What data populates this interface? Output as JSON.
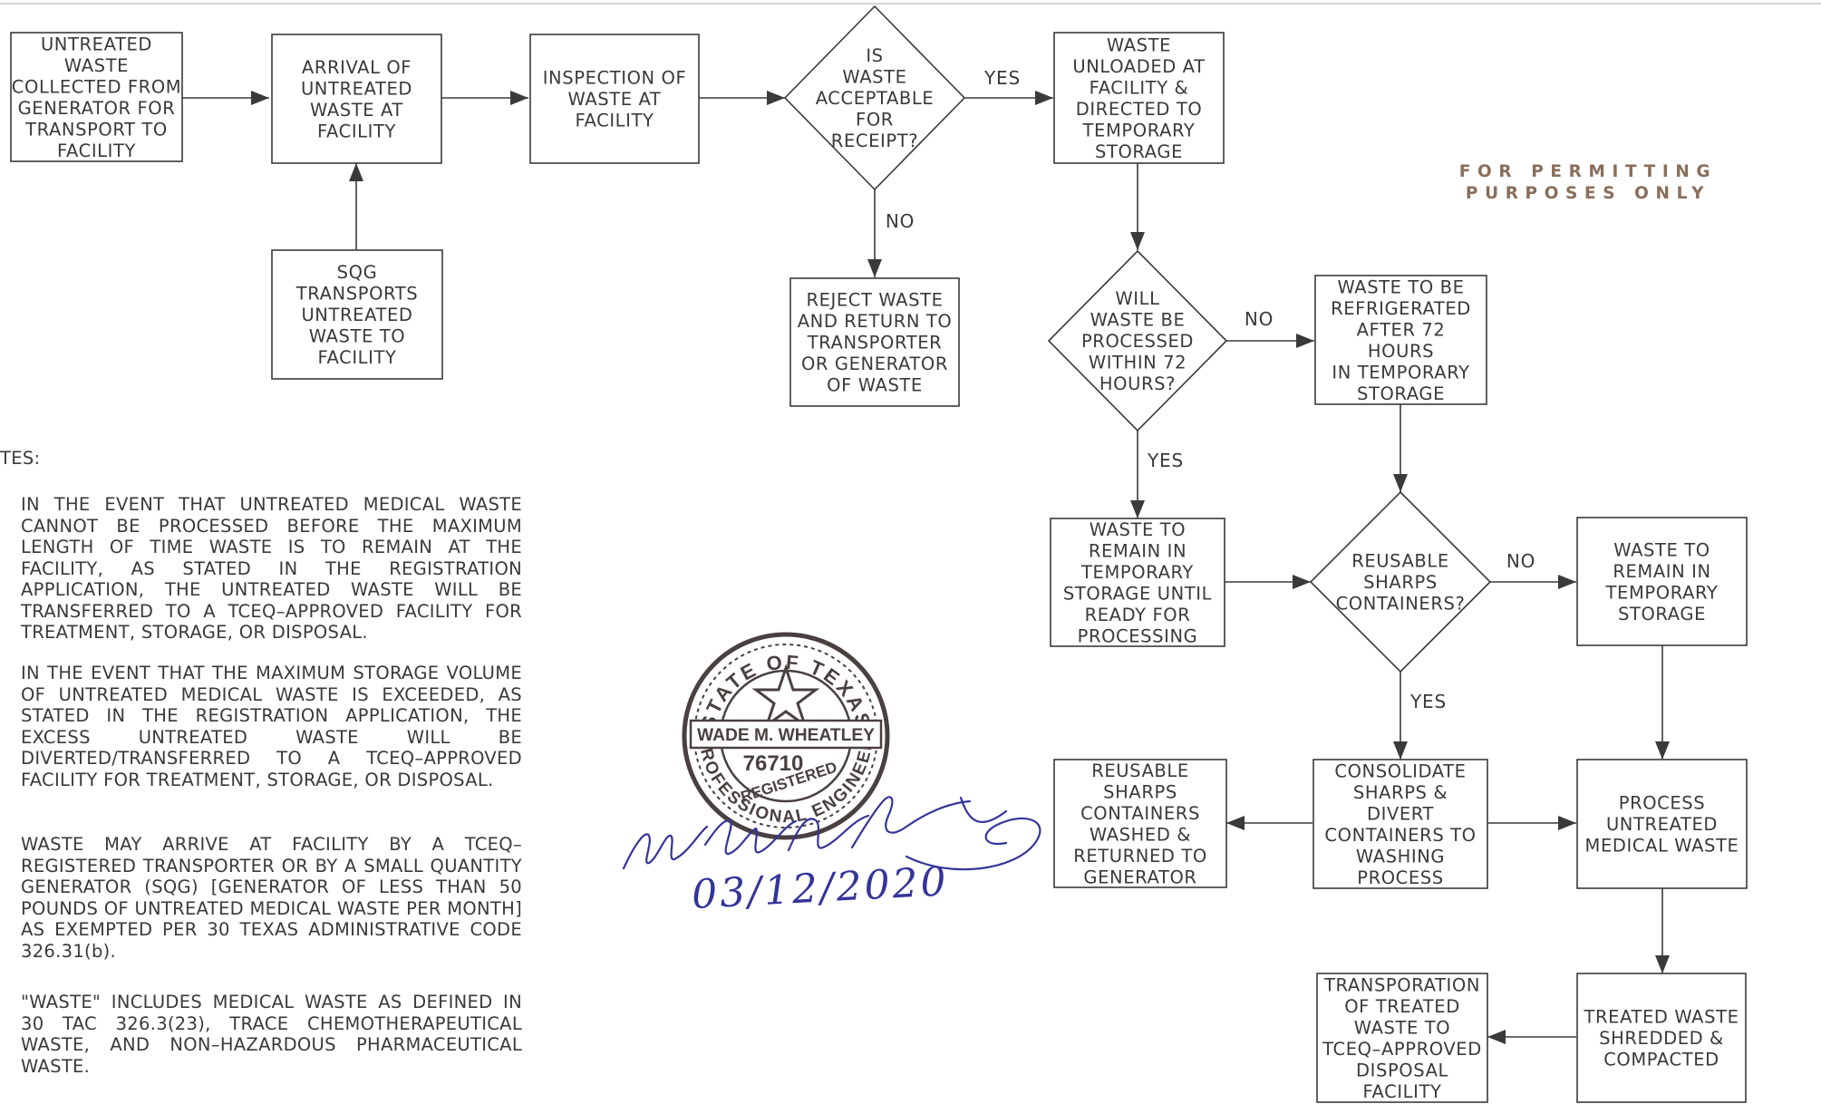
{
  "nodes": {
    "collect": [
      "UNTREATED",
      "WASTE",
      "COLLECTED FROM",
      "GENERATOR FOR",
      "TRANSPORT TO",
      "FACILITY"
    ],
    "arrival": [
      "ARRIVAL OF",
      "UNTREATED",
      "WASTE AT",
      "FACILITY"
    ],
    "inspection": [
      "INSPECTION OF",
      "WASTE AT",
      "FACILITY"
    ],
    "acceptable": [
      "IS",
      "WASTE",
      "ACCEPTABLE",
      "FOR",
      "RECEIPT?"
    ],
    "unloaded": [
      "WASTE",
      "UNLOADED AT",
      "FACILITY &",
      "DIRECTED TO",
      "TEMPORARY",
      "STORAGE"
    ],
    "sqg": [
      "SQG",
      "TRANSPORTS",
      "UNTREATED",
      "WASTE TO",
      "FACILITY"
    ],
    "reject": [
      "REJECT WASTE",
      "AND RETURN TO",
      "TRANSPORTER",
      "OR GENERATOR",
      "OF WASTE"
    ],
    "within72": [
      "WILL",
      "WASTE BE",
      "PROCESSED",
      "WITHIN 72",
      "HOURS?"
    ],
    "refrigerated": [
      "WASTE TO BE",
      "REFRIGERATED",
      "AFTER 72",
      "HOURS",
      "IN TEMPORARY",
      "STORAGE"
    ],
    "remain_until": [
      "WASTE TO",
      "REMAIN IN",
      "TEMPORARY",
      "STORAGE UNTIL",
      "READY FOR",
      "PROCESSING"
    ],
    "reusable": [
      "REUSABLE",
      "SHARPS",
      "CONTAINERS?"
    ],
    "remain_temp": [
      "WASTE TO",
      "REMAIN IN",
      "TEMPORARY",
      "STORAGE"
    ],
    "washed": [
      "REUSABLE",
      "SHARPS",
      "CONTAINERS",
      "WASHED &",
      "RETURNED TO",
      "GENERATOR"
    ],
    "consolidate": [
      "CONSOLIDATE",
      "SHARPS &",
      "DIVERT",
      "CONTAINERS TO",
      "WASHING",
      "PROCESS"
    ],
    "process": [
      "PROCESS",
      "UNTREATED",
      "MEDICAL WASTE"
    ],
    "transport_treated": [
      "TRANSPORATION",
      "OF TREATED",
      "WASTE TO",
      "TCEQ–APPROVED",
      "DISPOSAL",
      "FACILITY"
    ],
    "shredded": [
      "TREATED WASTE",
      "SHREDDED &",
      "COMPACTED"
    ]
  },
  "edge_labels": {
    "acceptable_yes": "YES",
    "acceptable_no": "NO",
    "within72_no": "NO",
    "within72_yes": "YES",
    "reusable_no": "NO",
    "reusable_yes": "YES"
  },
  "permit_notice": {
    "line1": "FOR PERMITTING",
    "line2": "PURPOSES ONLY"
  },
  "notes": {
    "heading": "TES:",
    "items": [
      "IN THE EVENT THAT UNTREATED MEDICAL WASTE CANNOT BE PROCESSED BEFORE THE MAXIMUM LENGTH OF TIME WASTE IS TO REMAIN AT THE FACILITY, AS STATED IN THE REGISTRATION APPLICATION, THE UNTREATED WASTE WILL BE TRANSFERRED TO A TCEQ–APPROVED FACILITY FOR TREATMENT, STORAGE, OR DISPOSAL.",
      "IN THE EVENT THAT THE MAXIMUM STORAGE VOLUME OF UNTREATED MEDICAL WASTE IS EXCEEDED, AS STATED IN THE REGISTRATION APPLICATION, THE EXCESS UNTREATED WASTE WILL BE DIVERTED/TRANSFERRED TO A TCEQ–APPROVED FACILITY FOR TREATMENT, STORAGE, OR DISPOSAL.",
      "WASTE MAY ARRIVE AT FACILITY BY A TCEQ–REGISTERED TRANSPORTER OR BY A SMALL QUANTITY GENERATOR (SQG) [GENERATOR OF LESS THAN 50 POUNDS OF UNTREATED MEDICAL WASTE PER MONTH] AS EXEMPTED PER 30 TEXAS ADMINISTRATIVE CODE 326.31(b).",
      "\"WASTE\" INCLUDES MEDICAL WASTE AS DEFINED IN 30 TAC 326.3(23), TRACE CHEMOTHERAPEUTICAL WASTE, AND NON–HAZARDOUS PHARMACEUTICAL WASTE."
    ]
  },
  "seal": {
    "top_text": "STATE OF TEXAS",
    "name": "WADE M. WHEATLEY",
    "number": "76710",
    "bottom_text": "PROFESSIONAL ENGINEER",
    "registered": "REGISTERED"
  },
  "signature": {
    "date": "03/12/2020"
  },
  "colors": {
    "ink": "#3a3a3a",
    "seal": "#4a4040",
    "signature": "#34349a",
    "permit": "#8a6e5a"
  }
}
